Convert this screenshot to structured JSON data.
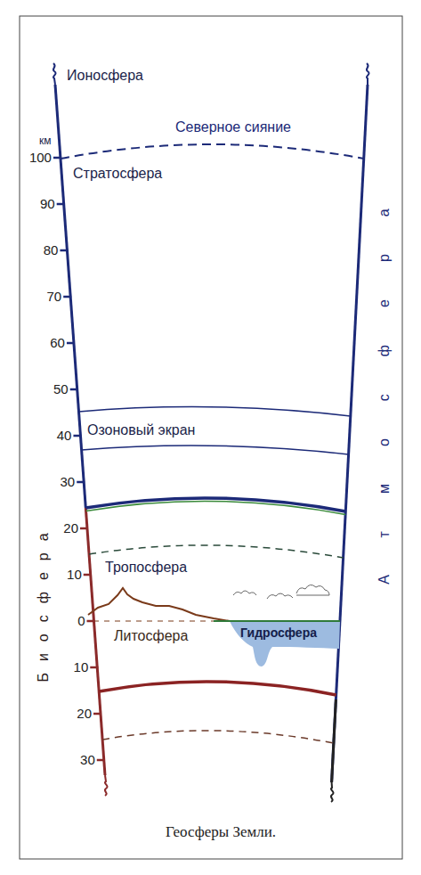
{
  "diagram": {
    "caption": "Геосферы Земли.",
    "nodes": [
      {
        "text": [
          "Озоновый экран"
        ]
      }
    ],
    "labels": [
      "Ионосфера",
      "км",
      "100",
      "90",
      "80",
      "70",
      "60",
      "50",
      "40",
      "30",
      "20",
      "10",
      "0",
      "10",
      "20",
      "30",
      "Северное сияние",
      "Стратосфера",
      "Тропосфера",
      "Литосфера",
      "Гидросфера",
      "Биосфера",
      "Атмосфера"
    ]
  }
}
